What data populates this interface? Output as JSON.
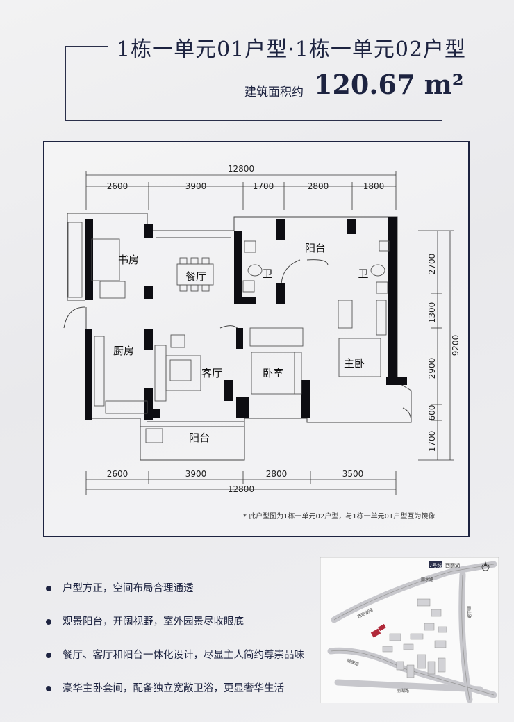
{
  "title": "1栋一单元01户型·1栋一单元02户型",
  "area": {
    "label": "建筑面积约",
    "value": "120.67 m²"
  },
  "dimensions": {
    "top_total": "12800",
    "top_segments": [
      "2600",
      "3900",
      "1700",
      "2800",
      "1800"
    ],
    "bottom_segments": [
      "2600",
      "3900",
      "2800",
      "3500"
    ],
    "bottom_total": "12800",
    "right_segments": [
      "2700",
      "1300",
      "2900",
      "600",
      "1700"
    ],
    "right_total": "9200"
  },
  "rooms": {
    "study": "书房",
    "dining": "餐厅",
    "bath1": "卫",
    "balcony_top": "阳台",
    "bath2": "卫",
    "kitchen": "厨房",
    "living": "客厅",
    "bedroom": "卧室",
    "master": "主卧",
    "balcony_bottom": "阳台"
  },
  "note": "* 此户型图为1栋一单元02户型，与1栋一单元01户型互为镜像",
  "features": [
    "户型方正，空间布局合理通透",
    "观景阳台，开阔视野，室外园景尽收眼底",
    "餐厅、客厅和阳台一体化设计，尽显主人简约尊崇品味",
    "豪华主卧套间，配备独立宽敞卫浴，更显奢华生活"
  ],
  "map": {
    "metro_label": "7号线",
    "station_label": "西丽湖",
    "roads": [
      "丽水路",
      "西丽湖路",
      "丽山路",
      "丽康路",
      "丽湖路"
    ],
    "north_icon": "north-arrow-icon"
  },
  "colors": {
    "primary": "#1d2340",
    "wall": "#0d0d12",
    "highlight": "#b0293a"
  }
}
